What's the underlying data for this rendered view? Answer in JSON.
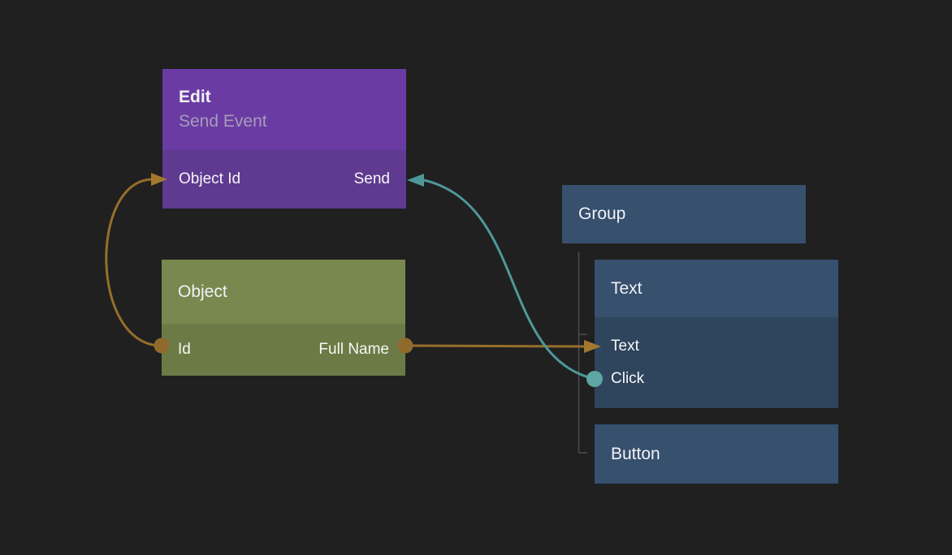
{
  "nodes": {
    "edit": {
      "title": "Edit",
      "subtitle": "Send Event",
      "input_port": "Object Id",
      "output_port": "Send"
    },
    "object": {
      "title": "Object",
      "input_port": "Id",
      "output_port": "Full Name"
    },
    "group": {
      "title": "Group"
    },
    "text": {
      "title": "Text",
      "ports": [
        "Text",
        "Click"
      ]
    },
    "button": {
      "title": "Button"
    }
  },
  "connections": [
    {
      "from": "Object.Id",
      "to": "Edit.Object Id",
      "color": "#956F2B"
    },
    {
      "from": "Object.Full Name",
      "to": "Text.Text",
      "color": "#956F2B"
    },
    {
      "from": "Text.Click",
      "to": "Edit.Send",
      "color": "#4F989A"
    }
  ],
  "colors": {
    "background": "#202020",
    "edit_header": "#6A3CA3",
    "edit_body": "#5F3A90",
    "object_header": "#77894E",
    "object_body": "#6C7B45",
    "blue_header": "#36506E",
    "blue_body": "#2F455D",
    "orange_connector": "#956F2B",
    "teal_connector": "#4F989A",
    "tree_line": "#4B4B4B"
  }
}
